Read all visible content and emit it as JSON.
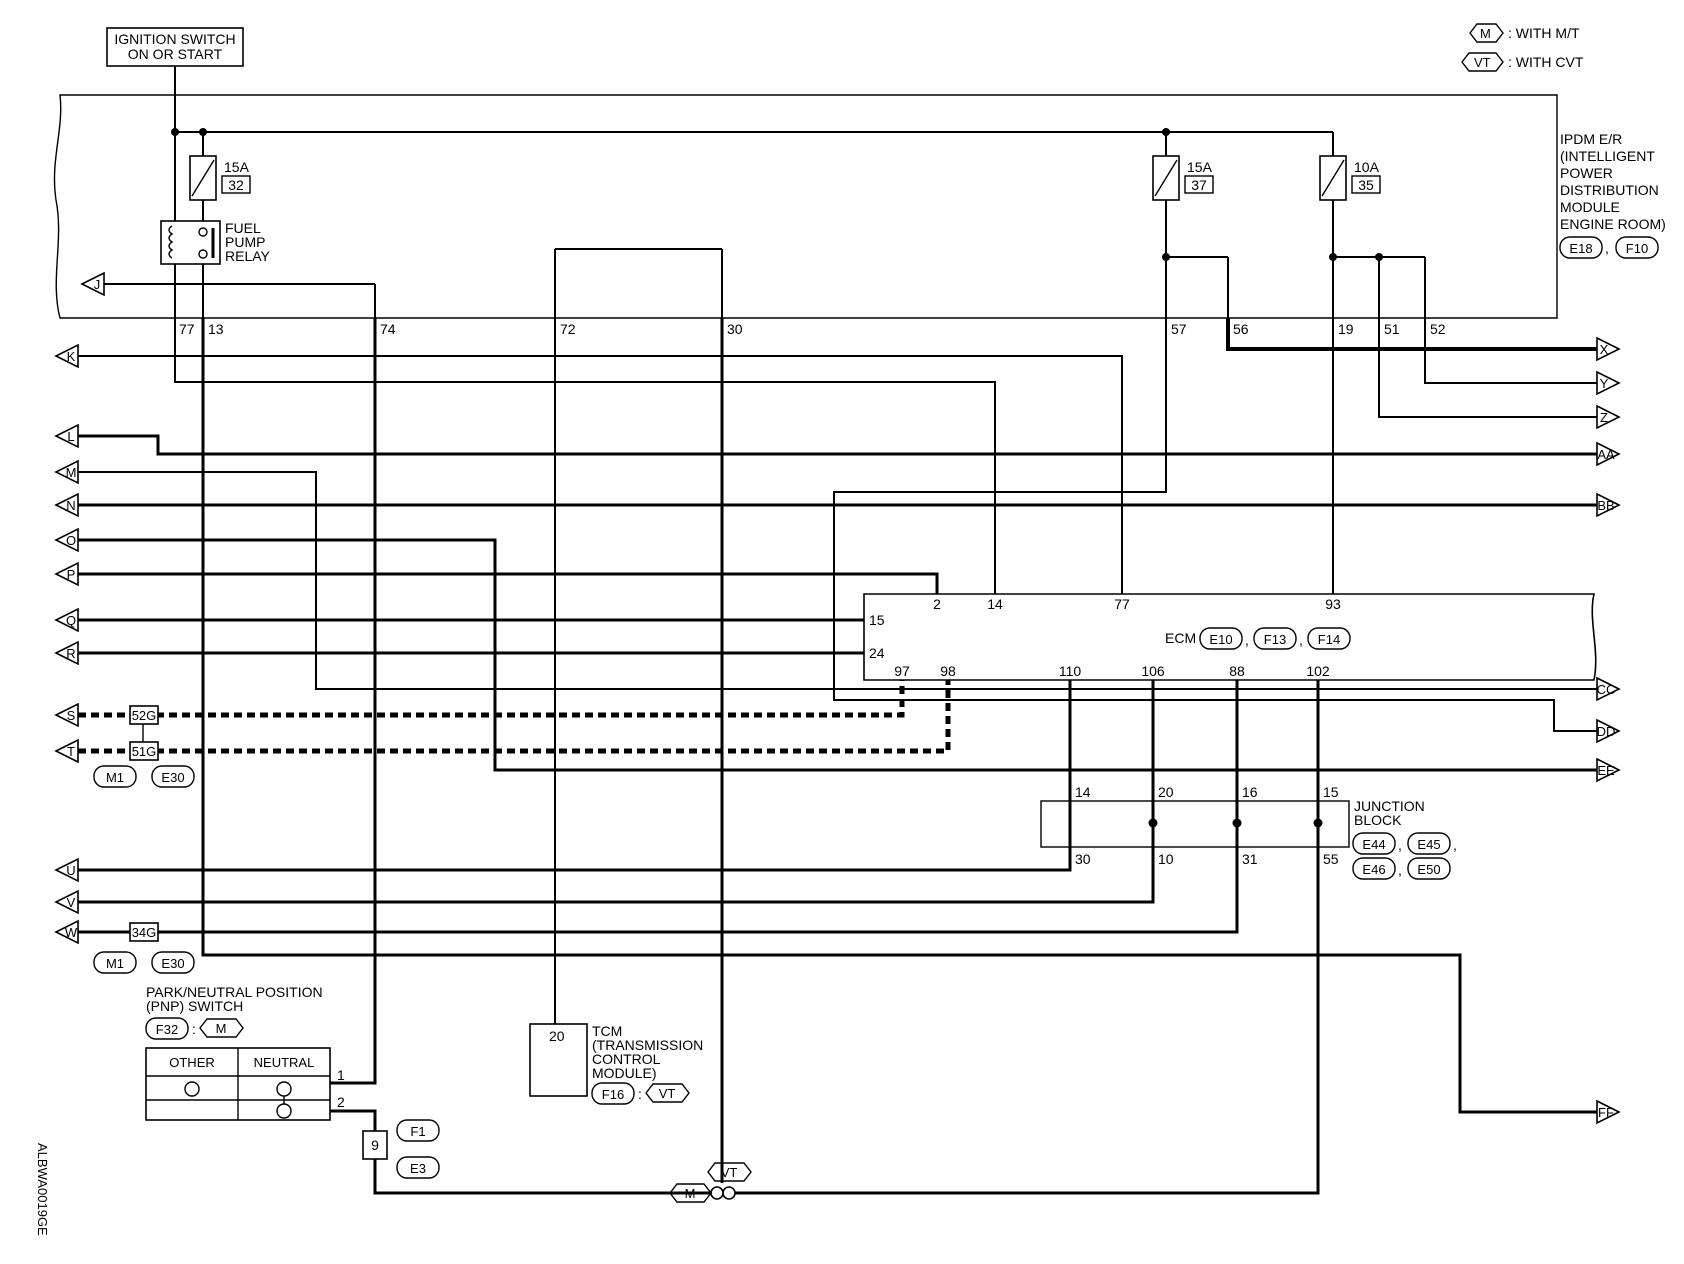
{
  "legend": {
    "items": [
      {
        "symbol": "M",
        "label": ": WITH M/T"
      },
      {
        "symbol": "VT",
        "label": ": WITH CVT"
      }
    ]
  },
  "ignition": {
    "line1": "IGNITION SWITCH",
    "line2": "ON OR START"
  },
  "ipdm": {
    "lines": [
      "IPDM E/R",
      "(INTELLIGENT",
      "POWER",
      "DISTRIBUTION",
      "MODULE",
      "ENGINE ROOM)"
    ],
    "connectors": [
      "E18",
      "F10"
    ],
    "pins": [
      "77",
      "13",
      "74",
      "72",
      "30",
      "57",
      "56",
      "19",
      "51",
      "52"
    ]
  },
  "fuses": [
    {
      "rating": "15A",
      "number": "32"
    },
    {
      "rating": "15A",
      "number": "37"
    },
    {
      "rating": "10A",
      "number": "35"
    }
  ],
  "fuel_pump_relay": {
    "lines": [
      "FUEL",
      "PUMP",
      "RELAY"
    ]
  },
  "ecm": {
    "label": "ECM",
    "connectors": [
      "E10",
      "F13",
      "F14"
    ],
    "top_pins": [
      "2",
      "14",
      "77",
      "93"
    ],
    "left_pins": [
      "15",
      "24"
    ],
    "bottom_pins": [
      "97",
      "98",
      "110",
      "106",
      "88",
      "102"
    ]
  },
  "junction_block": {
    "lines": [
      "JUNCTION",
      "BLOCK"
    ],
    "connectors": [
      "E44",
      "E45",
      "E46",
      "E50"
    ],
    "top_pins": [
      "14",
      "20",
      "16",
      "15"
    ],
    "bottom_pins": [
      "30",
      "10",
      "31",
      "55"
    ]
  },
  "left_arrows": [
    "J",
    "K",
    "L",
    "M",
    "N",
    "O",
    "P",
    "Q",
    "R",
    "S",
    "T",
    "U",
    "V",
    "W"
  ],
  "right_arrows": [
    "X",
    "Y",
    "Z",
    "AA",
    "BB",
    "CC",
    "DD",
    "EE",
    "FF"
  ],
  "splices": [
    {
      "label": "52G"
    },
    {
      "label": "51G"
    },
    {
      "label": "34G"
    }
  ],
  "splice_connectors": [
    "M1",
    "E30"
  ],
  "pnp_switch": {
    "lines": [
      "PARK/NEUTRAL POSITION",
      "(PNP) SWITCH"
    ],
    "connector": "F32",
    "option": "M",
    "col_other": "OTHER",
    "col_neutral": "NEUTRAL",
    "pins": [
      "1",
      "2"
    ]
  },
  "tcm": {
    "pin": "20",
    "lines": [
      "TCM",
      "(TRANSMISSION",
      "CONTROL",
      "MODULE)"
    ],
    "connector": "F16",
    "option": "VT"
  },
  "joint": {
    "pin": "9",
    "connectors": [
      "F1",
      "E3"
    ]
  },
  "ground_options": [
    "VT",
    "M"
  ],
  "side_code": "ALBWA0019GE"
}
